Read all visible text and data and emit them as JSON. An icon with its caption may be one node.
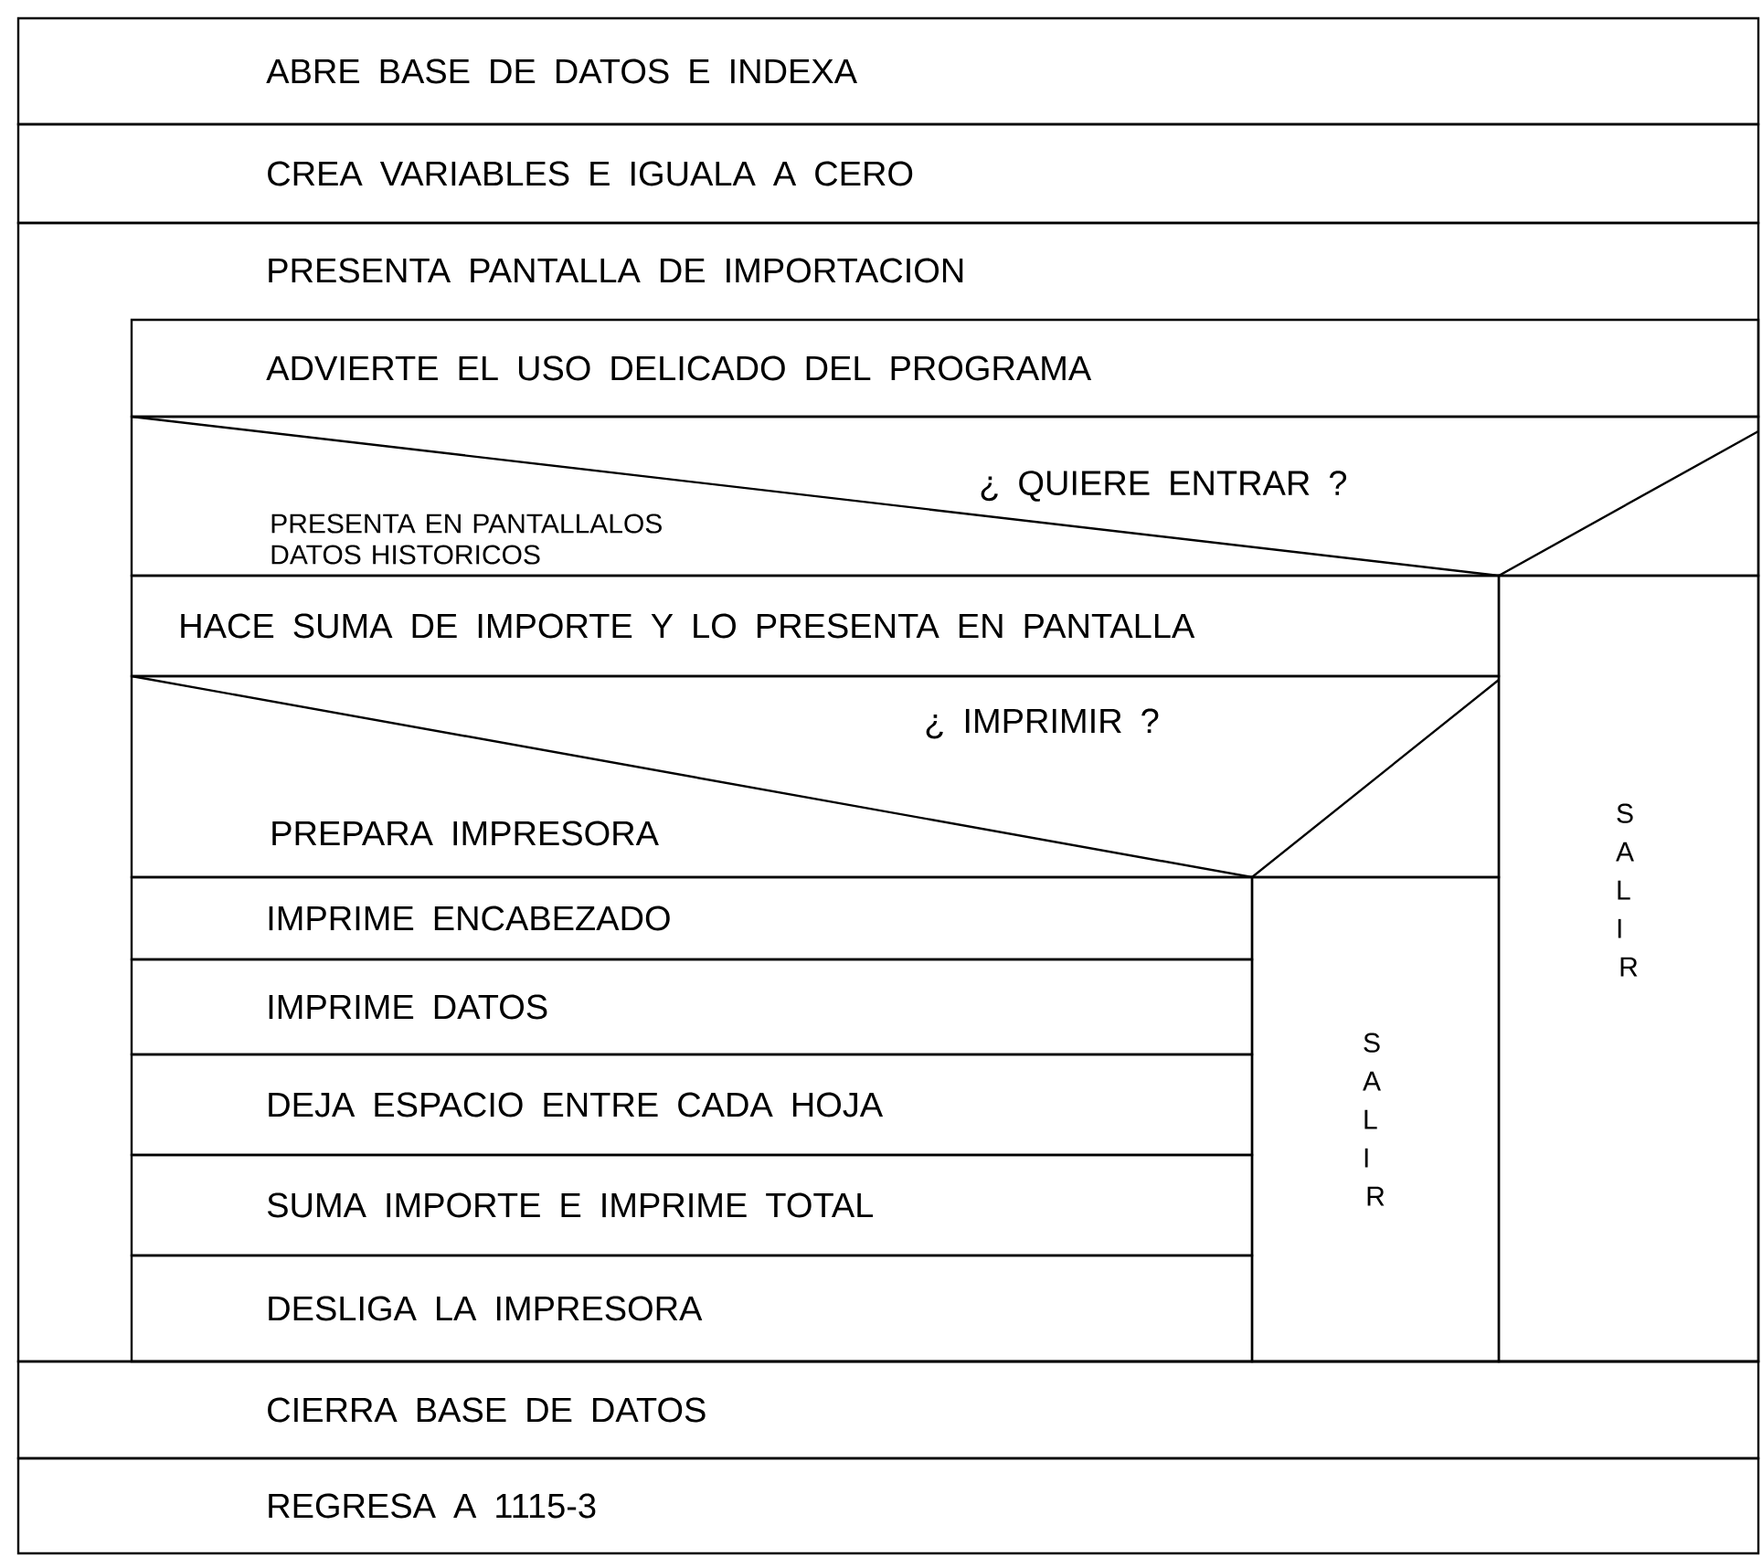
{
  "diagram": {
    "nodes": [
      {
        "text": [
          "ABRE BASE DE DATOS E INDEXA"
        ]
      },
      {
        "text": [
          "CREA VARIABLES E IGUALA A CERO"
        ]
      },
      {
        "text": [
          "PRESENTA PANTALLA DE IMPORTACION"
        ]
      },
      {
        "text": [
          "ADVIERTE EL USO DELICADO DEL PROGRAMA"
        ],
        "in": 2
      },
      {
        "text": [
          "¿ QUIERE ENTRAR ?",
          "PRESENTA EN PANTALLALOS DATOS HISTORICOS"
        ],
        "in": 2
      },
      {
        "text": [
          "HACE SUMA DE IMPORTE Y LO PRESENTA EN PANTALLA"
        ],
        "in": 2
      },
      {
        "text": [
          "¿ IMPRIMIR ?",
          "PREPARA IMPRESORA"
        ],
        "in": 2
      },
      {
        "text": [
          "IMPRIME ENCABEZADO"
        ],
        "in": 2
      },
      {
        "text": [
          "IMPRIME DATOS"
        ],
        "in": 2
      },
      {
        "text": [
          "DEJA ESPACIO ENTRE CADA HOJA"
        ],
        "in": 2
      },
      {
        "text": [
          "SUMA IMPORTE E IMPRIME TOTAL"
        ],
        "in": 2
      },
      {
        "text": [
          "DESLIGA LA IMPRESORA"
        ],
        "in": 2
      },
      {
        "text": [
          "SALIR"
        ],
        "in": 2
      },
      {
        "text": [
          "SALIR"
        ],
        "in": 2
      },
      {
        "text": [
          "CIERRA BASE DE DATOS"
        ]
      },
      {
        "text": [
          "REGRESA A 1115-3"
        ]
      }
    ]
  }
}
